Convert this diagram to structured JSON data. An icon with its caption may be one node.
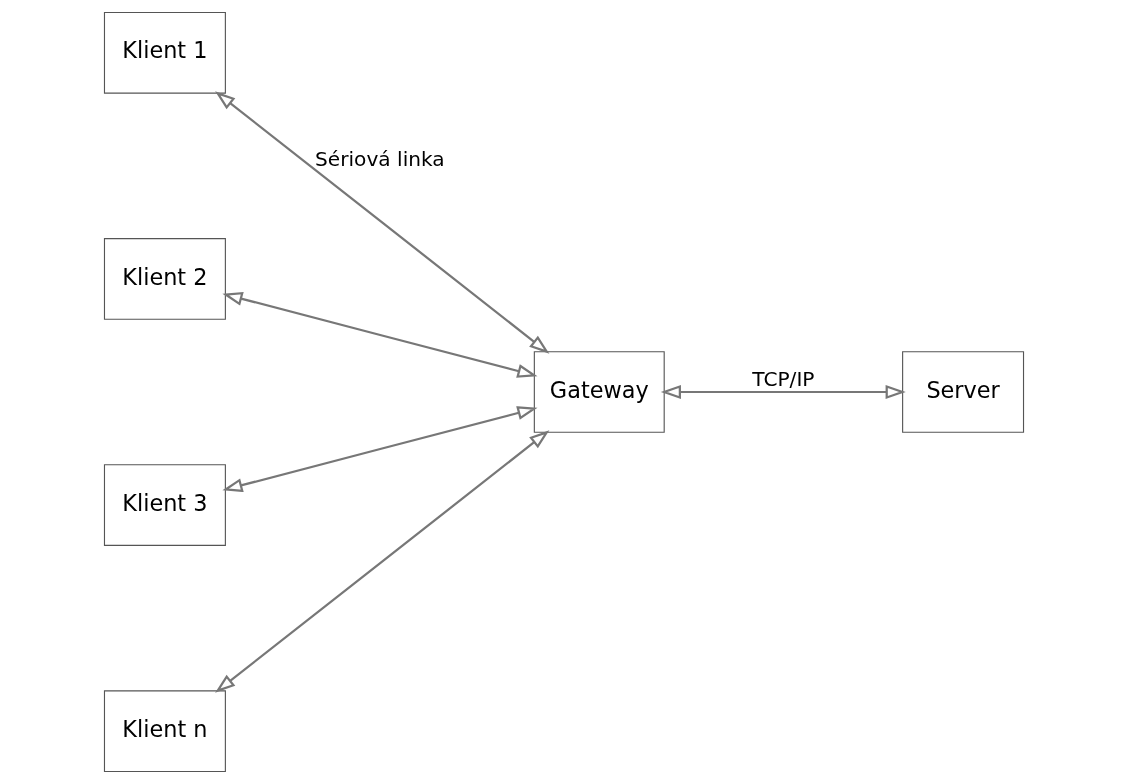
{
  "diagram": {
    "nodes": [
      {
        "text": [
          "Klient 1"
        ]
      },
      {
        "text": [
          "Gateway"
        ]
      },
      {
        "text": [
          "Server"
        ]
      },
      {
        "text": [
          "Klient 2"
        ]
      },
      {
        "text": [
          "Klient 3"
        ]
      },
      {
        "text": [
          "Klient n"
        ]
      }
    ],
    "edges": [
      {
        "from": 0,
        "to": 1,
        "arrow": "both",
        "label": "Sériová linka"
      },
      {
        "from": 1,
        "to": 2,
        "arrow": "both",
        "label": "TCP/IP"
      },
      {
        "from": 3,
        "to": 1,
        "arrow": "both"
      },
      {
        "from": 4,
        "to": 1,
        "arrow": "both"
      },
      {
        "from": 5,
        "to": 1,
        "arrow": "both"
      }
    ]
  }
}
